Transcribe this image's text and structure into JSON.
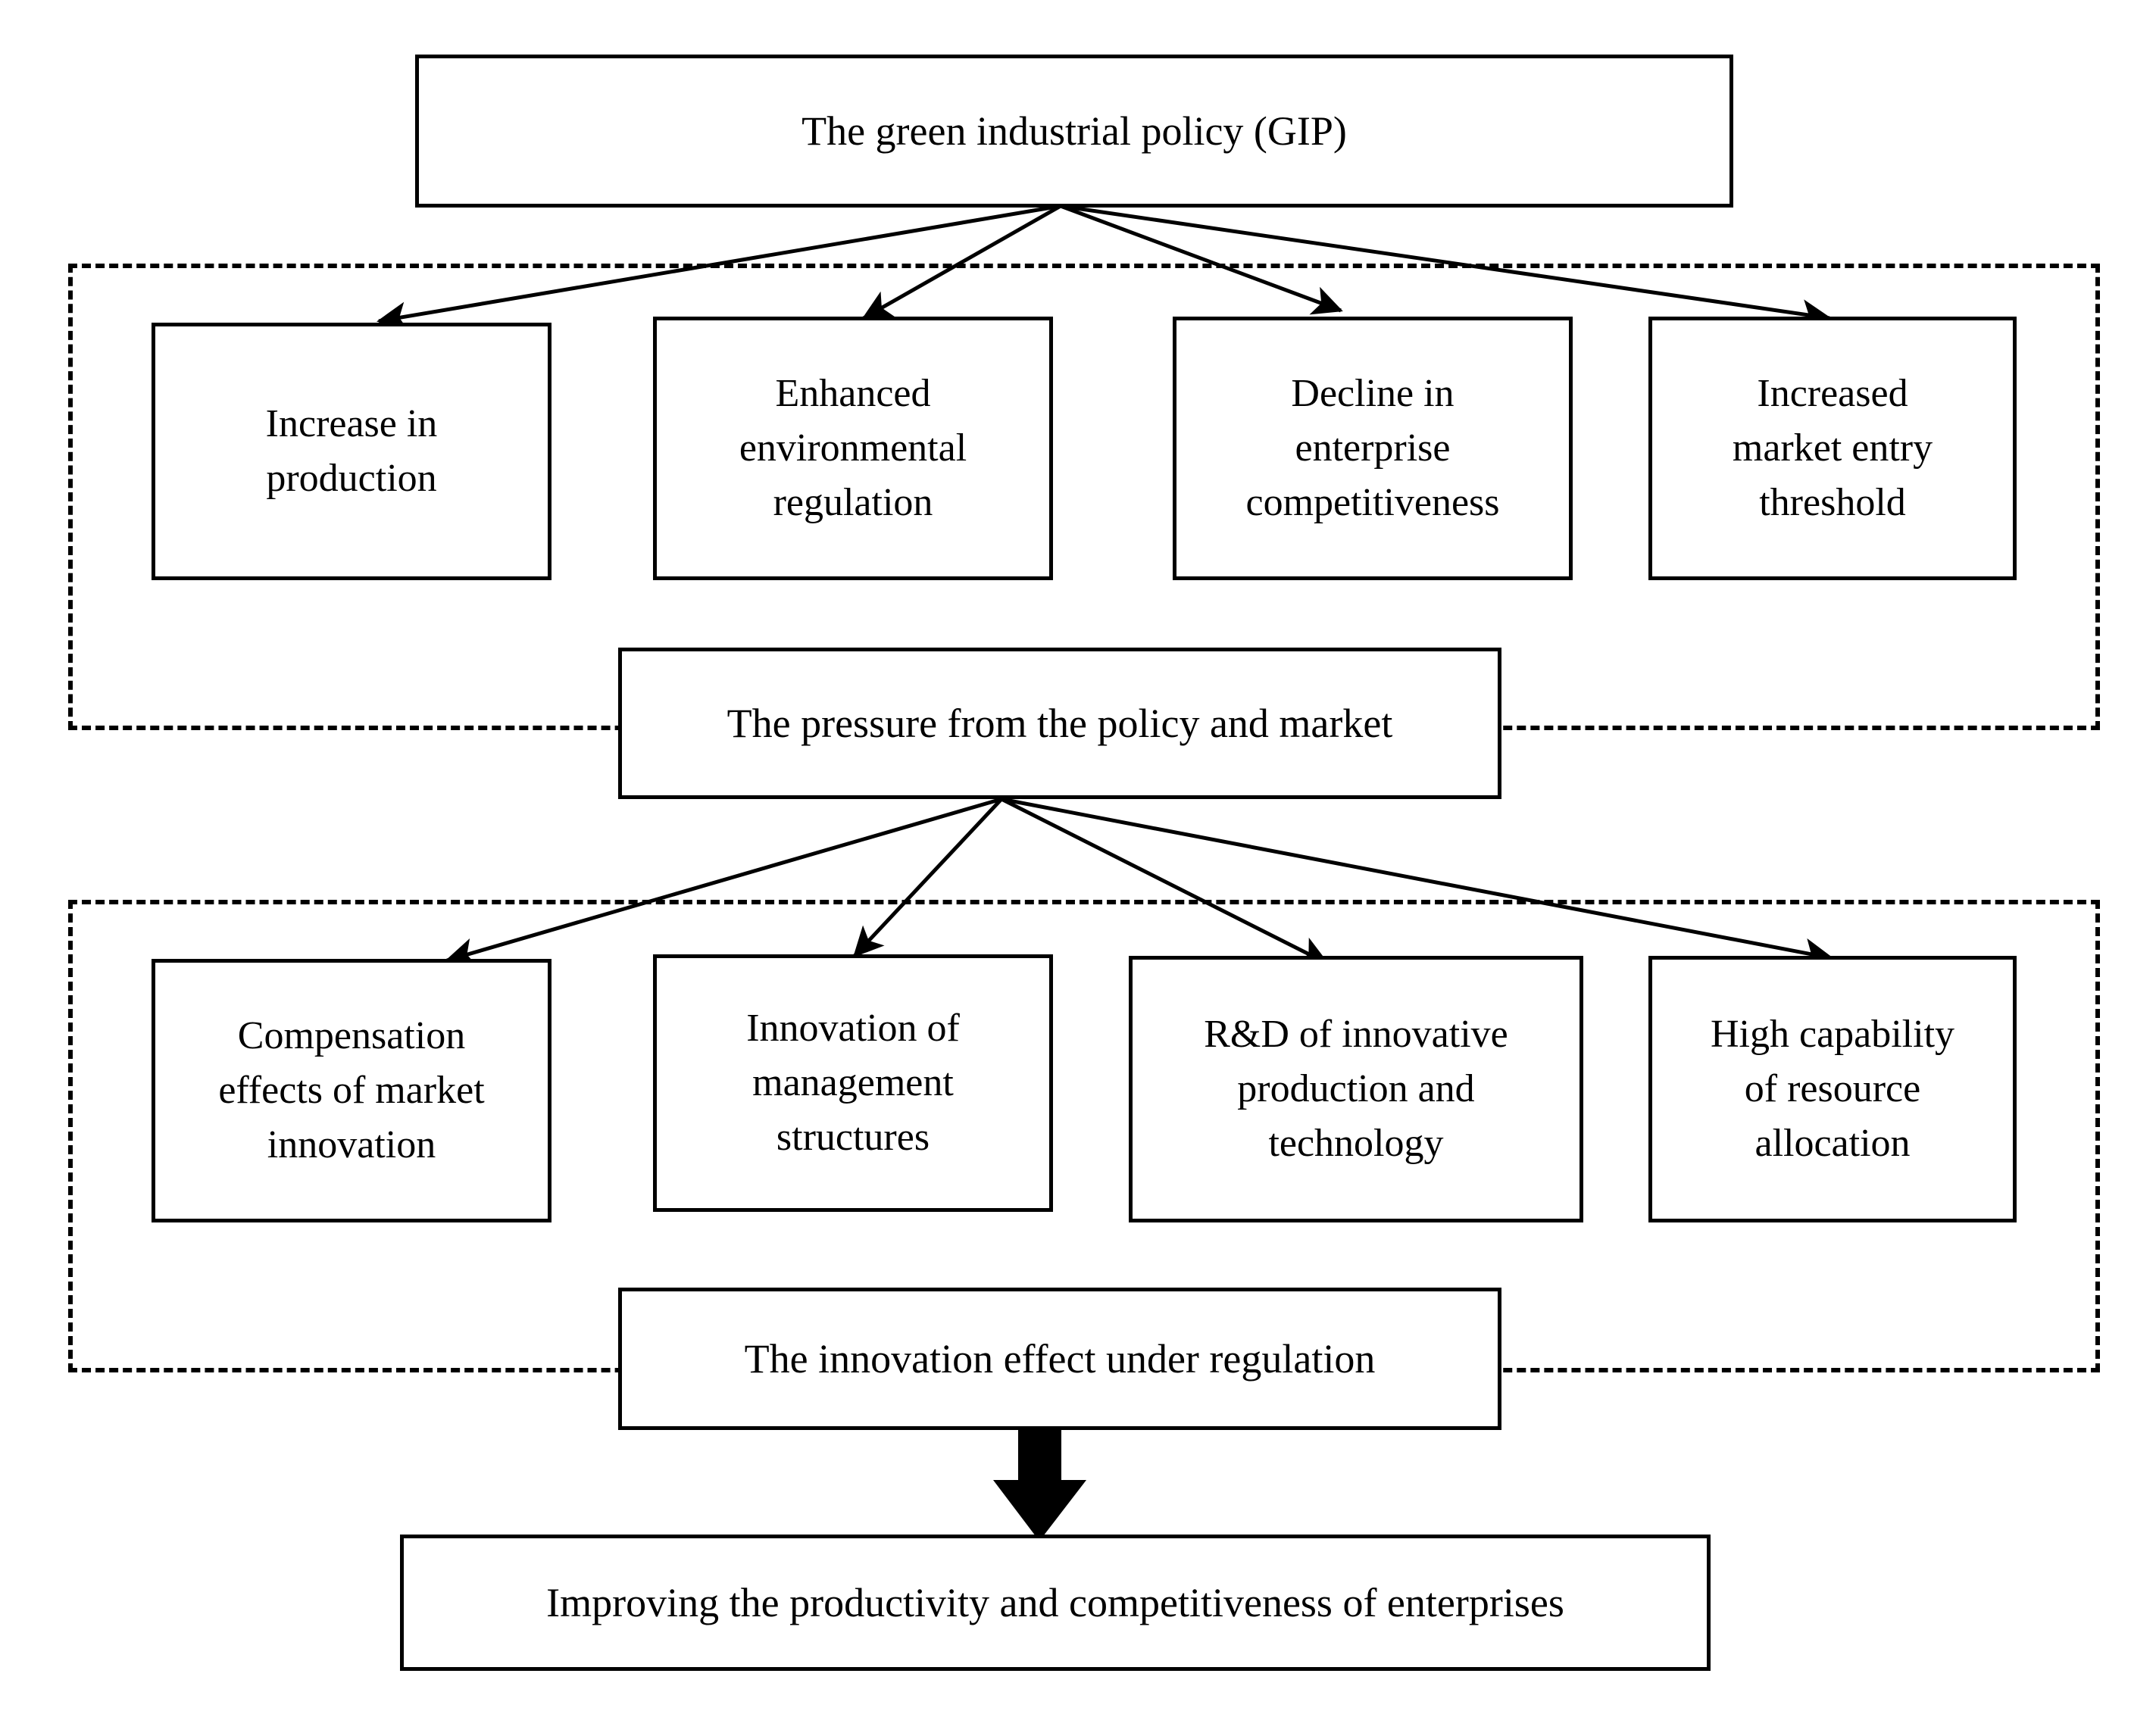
{
  "diagram": {
    "title": "Green industrial policy mechanism flow chart",
    "colors": {
      "stroke": "#000000",
      "fill": "#ffffff",
      "text": "#000000"
    },
    "top": {
      "label": "The green industrial policy (GIP)"
    },
    "group_pressure": {
      "label": "The pressure from the policy and market",
      "items": [
        {
          "label": "Increase in\nproduction"
        },
        {
          "label": "Enhanced\nenvironmental\nregulation"
        },
        {
          "label": "Decline in\nenterprise\ncompetitiveness"
        },
        {
          "label": "Increased\nmarket entry\nthreshold"
        }
      ]
    },
    "group_innovation": {
      "label": "The innovation effect under regulation",
      "items": [
        {
          "label": "Compensation\neffects of market\ninnovation"
        },
        {
          "label": "Innovation of\nmanagement\nstructures"
        },
        {
          "label": "R&D of innovative\nproduction and\ntechnology"
        },
        {
          "label": "High capability\nof resource\nallocation"
        }
      ]
    },
    "outcome": {
      "label": "Improving the productivity and competitiveness of enterprises"
    }
  }
}
